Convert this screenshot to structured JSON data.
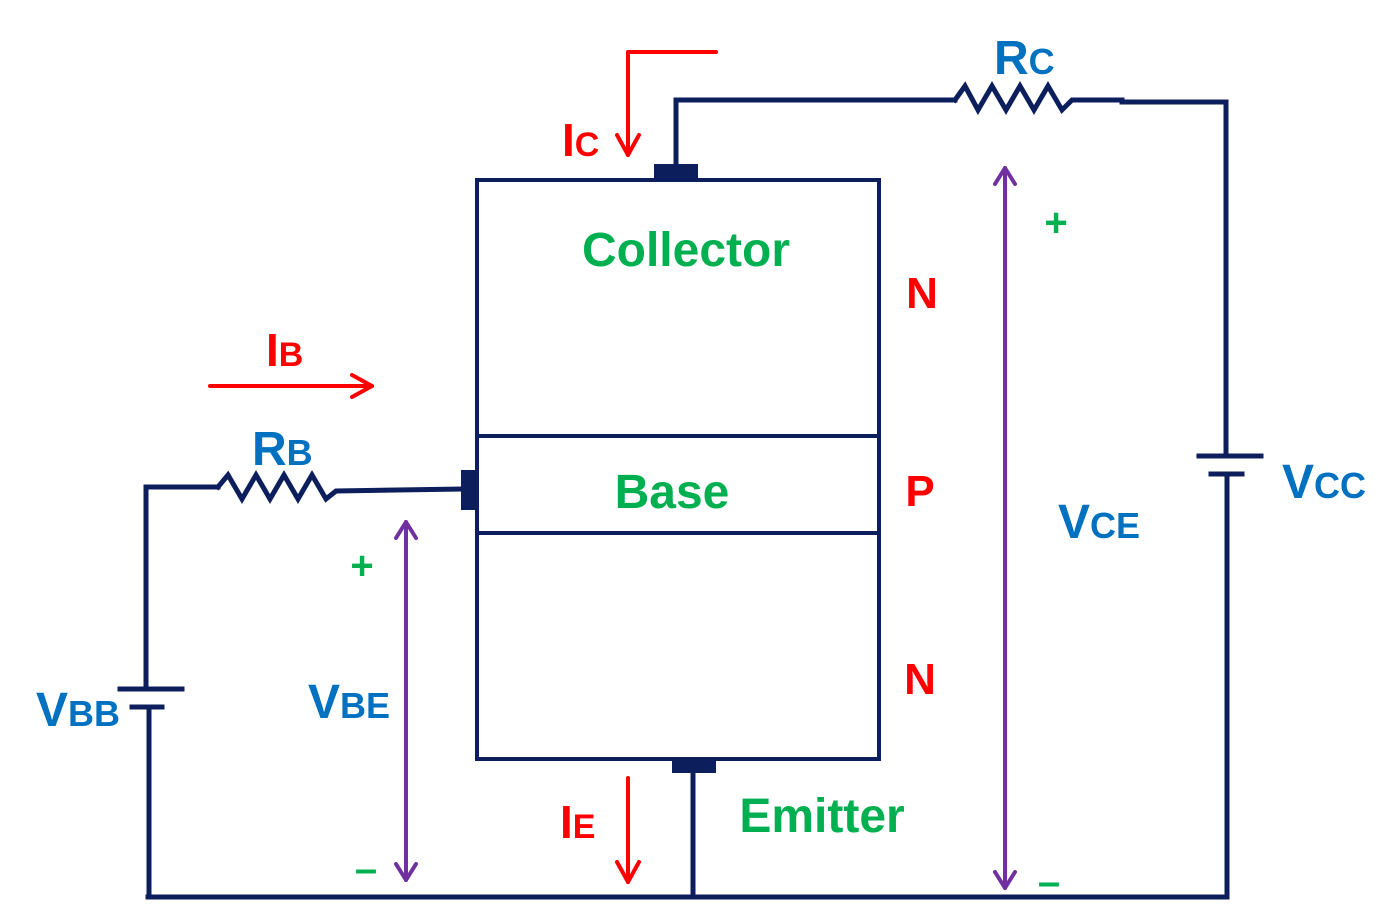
{
  "title": "NPN transistor common-emitter biasing circuit",
  "colors": {
    "wire": "#0c1f5c",
    "current": "#ff0000",
    "voltage_arrow": "#7030a0",
    "region_label": "#00b050",
    "component_label": "#0070c0",
    "doping_label": "#ff0000",
    "polarity": "#00b050"
  },
  "regions": {
    "collector": "Collector",
    "base": "Base",
    "emitter": "Emitter"
  },
  "doping": {
    "collector": "N",
    "base": "P",
    "emitter": "N"
  },
  "currents": {
    "ic": {
      "main": "I",
      "sub": "C"
    },
    "ib": {
      "main": "I",
      "sub": "B"
    },
    "ie": {
      "main": "I",
      "sub": "E"
    }
  },
  "resistors": {
    "rc": {
      "main": "R",
      "sub": "C"
    },
    "rb": {
      "main": "R",
      "sub": "B"
    }
  },
  "sources": {
    "vcc": {
      "main": "V",
      "sub": "CC"
    },
    "vbb": {
      "main": "V",
      "sub": "BB"
    }
  },
  "voltages": {
    "vbe": {
      "main": "V",
      "sub": "BE",
      "plus": "+",
      "minus": "–"
    },
    "vce": {
      "main": "V",
      "sub": "CE",
      "plus": "+",
      "minus": "–"
    }
  }
}
